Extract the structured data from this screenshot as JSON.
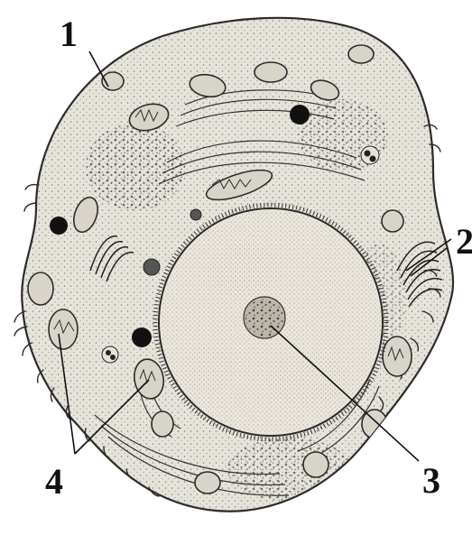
{
  "labels": {
    "l1": "1",
    "l2": "2",
    "l3": "3",
    "l4": "4"
  },
  "structures": {
    "cell_membrane": "cell-membrane",
    "golgi": "golgi-apparatus",
    "nucleolus": "nucleolus",
    "mitochondria": "mitochondria"
  },
  "colors": {
    "ink": "#2b2b2b",
    "cytoplasm": "#e6e3da",
    "nucleoplasm": "#ebe6dc",
    "background": "#ffffff"
  }
}
